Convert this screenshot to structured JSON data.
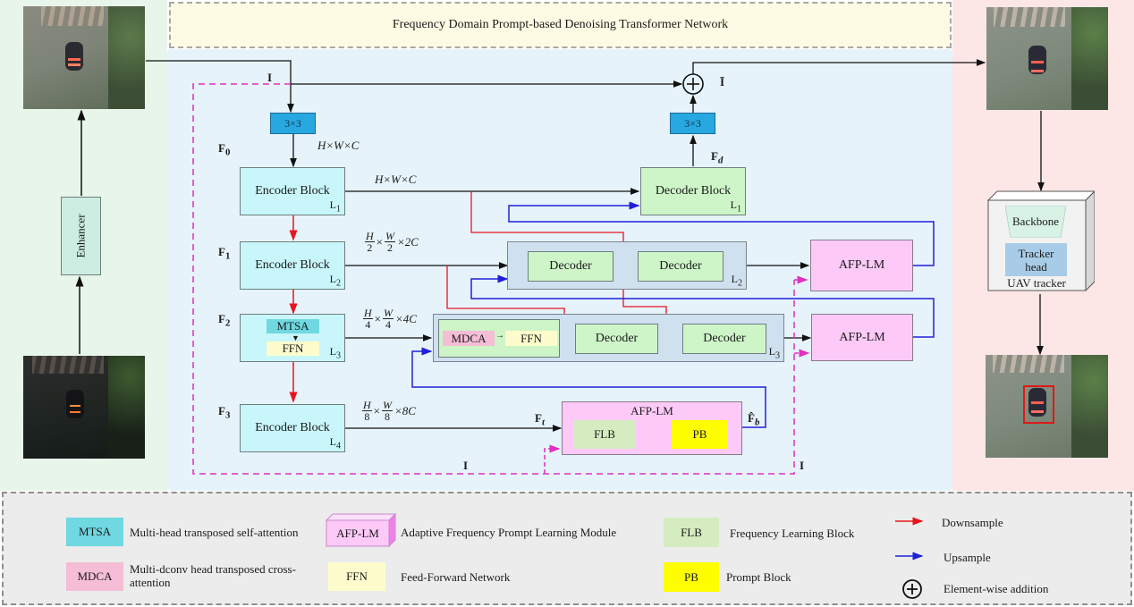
{
  "title": "Frequency Domain Prompt-based Denoising Transformer Network",
  "enhancer_label": "Enhancer",
  "images": {
    "low_light_input": "dark night UAV frame with car",
    "enhanced_input": "enhanced noisy UAV frame with car",
    "denoised_output": "denoised UAV frame with car",
    "tracking_result": "UAV frame with red tracking bounding box around car"
  },
  "conv_label": "3×3",
  "symbols": {
    "input": "I",
    "output": "Ī",
    "f0": "F",
    "f0_sub": "0",
    "f1": "F",
    "f1_sub": "1",
    "f2": "F",
    "f2_sub": "2",
    "f3": "F",
    "f3_sub": "3",
    "fd": "F",
    "fd_sub": "d",
    "ft": "F",
    "ft_sub": "t",
    "fb": "F̂",
    "fb_sub": "b"
  },
  "dims": {
    "l1_in": "H×W×C",
    "l1_skip": "H×W×C",
    "l2": {
      "h_num": "H",
      "h_den": "2",
      "w_num": "W",
      "w_den": "2",
      "c": "×2C"
    },
    "l3": {
      "h_num": "H",
      "h_den": "4",
      "w_num": "W",
      "w_den": "4",
      "c": "×4C"
    },
    "l4": {
      "h_num": "H",
      "h_den": "8",
      "w_num": "W",
      "w_den": "8",
      "c": "×8C"
    },
    "times": "×"
  },
  "encoder": {
    "l1": {
      "label": "Encoder Block",
      "level": "L",
      "level_sub": "1"
    },
    "l2": {
      "label": "Encoder Block",
      "level": "L",
      "level_sub": "2"
    },
    "l3": {
      "mtsa": "MTSA",
      "ffn": "FFN",
      "level": "L",
      "level_sub": "3"
    },
    "l4": {
      "label": "Encoder Block",
      "level": "L",
      "level_sub": "4"
    }
  },
  "decoder": {
    "l1": {
      "label": "Decoder Block",
      "level": "L",
      "level_sub": "1"
    },
    "l2": {
      "d1": "Decoder",
      "d2": "Decoder",
      "level": "L",
      "level_sub": "2"
    },
    "l3": {
      "mdca": "MDCA",
      "ffn": "FFN",
      "d1": "Decoder",
      "d2": "Decoder",
      "level": "L",
      "level_sub": "3"
    }
  },
  "afp": {
    "top": "AFP-LM",
    "mid": "AFP-LM",
    "bottom": {
      "title": "AFP-LM",
      "flb": "FLB",
      "pb": "PB"
    }
  },
  "tracker": {
    "backbone": "Backbone",
    "head_line1": "Tracker",
    "head_line2": "head",
    "label": "UAV tracker"
  },
  "legend": {
    "items": [
      {
        "chip": "MTSA",
        "text": "Multi-head transposed self-attention",
        "color": "#6fd8e0"
      },
      {
        "chip": "MDCA",
        "text": "Multi-dconv head transposed cross-attention",
        "color": "#f5bdd6"
      },
      {
        "chip": "AFP-LM",
        "text": "Adaptive Frequency Prompt Learning Module",
        "color": "#fdcaf8"
      },
      {
        "chip": "FFN",
        "text": "Feed-Forward Network",
        "color": "#fefccc"
      },
      {
        "chip": "FLB",
        "text": "Frequency Learning Block",
        "color": "#d5ecc0"
      },
      {
        "chip": "PB",
        "text": "Prompt Block",
        "color": "#fefe00"
      }
    ],
    "arrows": [
      {
        "text": "Downsample",
        "color": "#e8141c"
      },
      {
        "text": "Upsample",
        "color": "#2020d8"
      }
    ],
    "addition": "Element-wise addition"
  },
  "colors": {
    "downsample": "#e8141c",
    "upsample": "#2020d8",
    "skip_input": "#e030c0"
  }
}
